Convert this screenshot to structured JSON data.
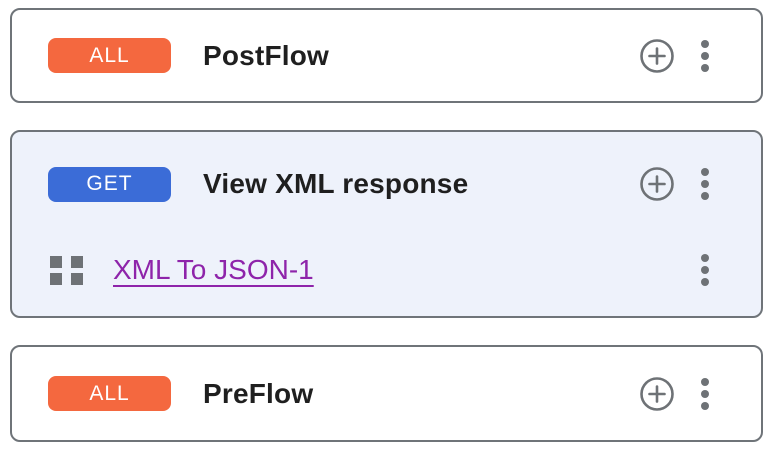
{
  "colors": {
    "page_background": "#FFFFFF",
    "card_border": "#6F7479",
    "selected_card_background": "#EEF2FB",
    "badge_all": "#F4683F",
    "badge_get": "#3B6CD7",
    "badge_text": "#FFFFFF",
    "title_text": "#1F1F1F",
    "icon_gray": "#6E7276",
    "policy_link": "#8E24AA"
  },
  "cards": [
    {
      "badge": {
        "label": "ALL",
        "color": "#F4683F"
      },
      "title": "PostFlow",
      "icons": {
        "add": "add-circle-icon",
        "menu": "more-vert-icon"
      }
    },
    {
      "badge": {
        "label": "GET",
        "color": "#3B6CD7"
      },
      "title": "View XML response",
      "icons": {
        "add": "add-circle-icon",
        "menu": "more-vert-icon"
      },
      "policy": {
        "label": "XML To JSON-1",
        "color": "#8E24AA",
        "icon": "grid-drag-handle-icon"
      }
    },
    {
      "badge": {
        "label": "ALL",
        "color": "#F4683F"
      },
      "title": "PreFlow",
      "icons": {
        "add": "add-circle-icon",
        "menu": "more-vert-icon"
      }
    }
  ]
}
